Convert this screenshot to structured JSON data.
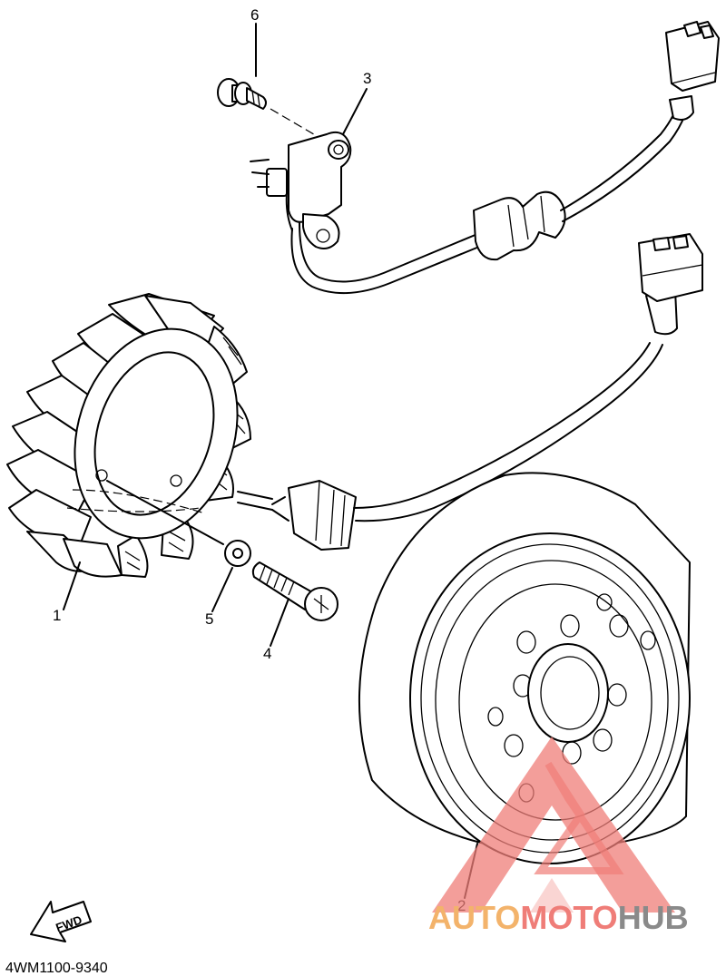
{
  "diagram": {
    "callouts": [
      {
        "id": "1",
        "label": "1"
      },
      {
        "id": "2",
        "label": "2"
      },
      {
        "id": "3",
        "label": "3"
      },
      {
        "id": "4",
        "label": "4"
      },
      {
        "id": "5",
        "label": "5"
      },
      {
        "id": "6",
        "label": "6"
      }
    ],
    "direction_arrow_label": "FWD",
    "diagram_code": "4WM1100-9340"
  },
  "watermark": {
    "part1": "AUTO",
    "part2": "MOTO",
    "part3": "HUB",
    "colors": {
      "orange": "#f3b36b",
      "red": "#ef7d78",
      "gray": "#8a8a8a"
    }
  }
}
